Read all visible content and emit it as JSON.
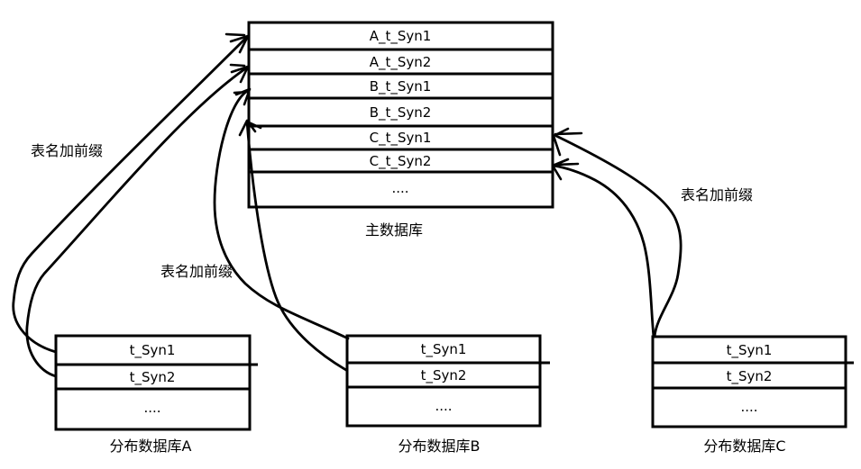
{
  "diagram": {
    "background": "#ffffff",
    "line_color": "#000000",
    "text_color": "#000000",
    "main_db": {
      "label": "主数据库",
      "rows": [
        "A_t_Syn1",
        "A_t_Syn2",
        "B_t_Syn1",
        "B_t_Syn2",
        "C_t_Syn1",
        "C_t_Syn2",
        "...."
      ]
    },
    "db_a": {
      "label": "分布数据库A",
      "rows": [
        "t_Syn1",
        "t_Syn2",
        "...."
      ]
    },
    "db_b": {
      "label": "分布数据库B",
      "rows": [
        "t_Syn1",
        "t_Syn2",
        "...."
      ]
    },
    "db_c": {
      "label": "分布数据库C",
      "rows": [
        "t_Syn1",
        "t_Syn2",
        "...."
      ]
    },
    "annotations": {
      "left": "表名加前缀",
      "middle": "表名加前缀",
      "right": "表名加前缀"
    }
  }
}
